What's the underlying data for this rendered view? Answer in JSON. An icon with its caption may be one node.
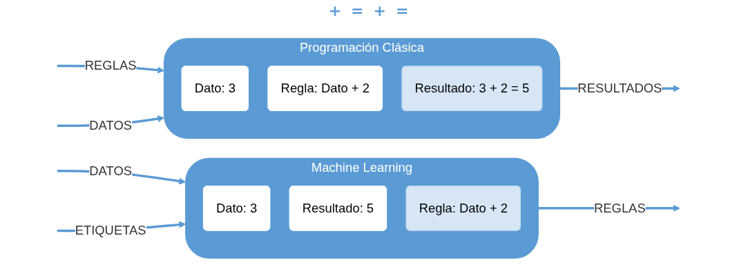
{
  "diagram": {
    "nodes": [
      {
        "text": [
          "Programación Clásica"
        ]
      },
      {
        "text": [
          "Dato: 3"
        ],
        "in": 0
      },
      {
        "text": [
          "Regla: Dato + 2"
        ],
        "in": 0
      },
      {
        "text": [
          "Resultado: 3 + 2 = 5"
        ],
        "in": 0
      },
      {
        "text": [
          "Machine Learning"
        ]
      },
      {
        "text": [
          "Dato: 3"
        ],
        "in": 4
      },
      {
        "text": [
          "Resultado: 5"
        ],
        "in": 4
      },
      {
        "text": [
          "Regla: Dato + 2"
        ],
        "in": 4
      }
    ],
    "edges": [
      {
        "from": null,
        "to": 0,
        "arrow": "to",
        "label": "REGLAS"
      },
      {
        "from": null,
        "to": 0,
        "arrow": "to",
        "label": "DATOS"
      },
      {
        "from": 0,
        "to": null,
        "arrow": "to",
        "label": "RESULTADOS"
      },
      {
        "from": null,
        "to": 4,
        "arrow": "to",
        "label": "DATOS"
      },
      {
        "from": null,
        "to": 4,
        "arrow": "to",
        "label": "ETIQUETAS"
      },
      {
        "from": 4,
        "to": null,
        "arrow": "to",
        "label": "REGLAS"
      }
    ],
    "labels": [
      "+",
      "=",
      "+",
      "="
    ]
  }
}
